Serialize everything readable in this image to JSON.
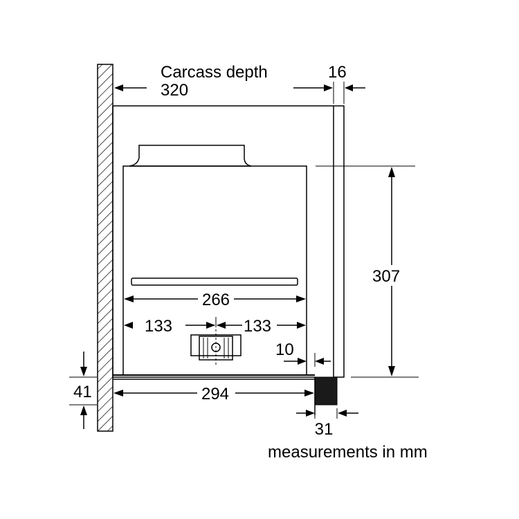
{
  "labels": {
    "carcass_depth_title": "Carcass depth",
    "carcass_depth_value": "320",
    "panel_thickness": "16",
    "height": "307",
    "inner_width": "266",
    "half_left": "133",
    "half_right": "133",
    "gap": "10",
    "bottom_width": "294",
    "base_height": "41",
    "front_depth": "31",
    "units_note": "measurements in mm"
  },
  "icons": {
    "wall": "hatched-wall",
    "fan": "fan-motor-icon"
  }
}
